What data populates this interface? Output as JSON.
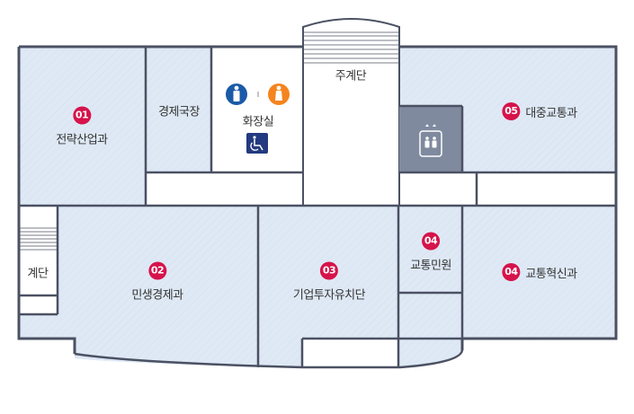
{
  "floor_map": {
    "colors": {
      "wall": "#4b5163",
      "office_fill": "#dfe9f5",
      "white_fill": "#ffffff",
      "elevator_fill": "#7f8a9f",
      "badge": "#d6134b",
      "male_icon": "#1b5aa8",
      "female_icon": "#f5841f",
      "accessible_icon": "#233a80"
    },
    "rooms": [
      {
        "id": "room-01",
        "badge": "01",
        "name": "전략산업과"
      },
      {
        "id": "room-director",
        "badge": "",
        "name": "경제국장"
      },
      {
        "id": "room-restroom",
        "badge": "",
        "name": "화장실"
      },
      {
        "id": "room-main-stairs",
        "badge": "",
        "name": "주계단"
      },
      {
        "id": "room-05",
        "badge": "05",
        "name": "대중교통과"
      },
      {
        "id": "room-stairs",
        "badge": "",
        "name": "계단"
      },
      {
        "id": "room-02",
        "badge": "02",
        "name": "민생경제과"
      },
      {
        "id": "room-03",
        "badge": "03",
        "name": "기업투자유치단"
      },
      {
        "id": "room-04a",
        "badge": "04",
        "name": "교통민원"
      },
      {
        "id": "room-04b",
        "badge": "04",
        "name": "교통혁신과"
      }
    ],
    "icons": {
      "male": "male-restroom-icon",
      "female": "female-restroom-icon",
      "accessible": "wheelchair-icon",
      "elevator": "elevator-icon",
      "separator": "|"
    }
  }
}
